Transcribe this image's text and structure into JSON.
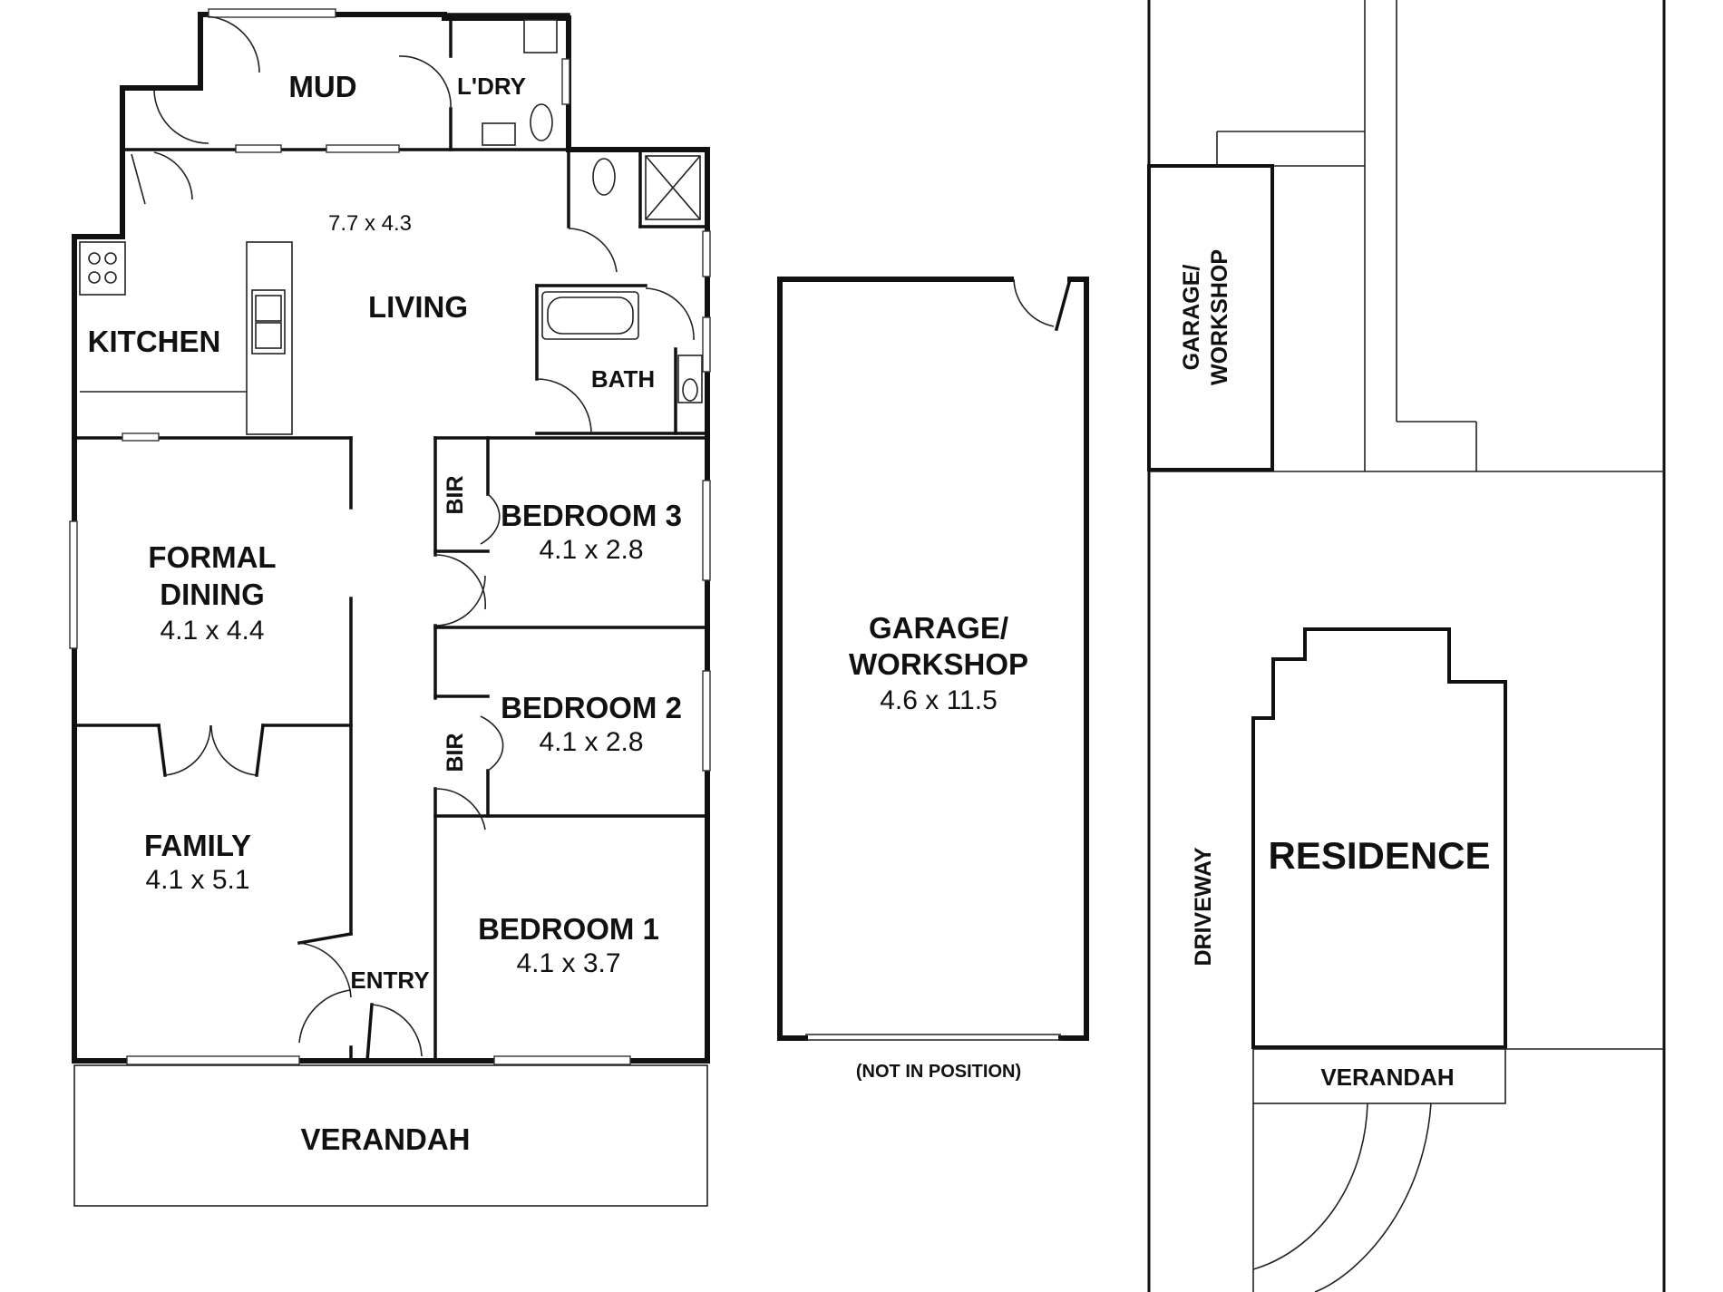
{
  "floorplan": {
    "mud": "MUD",
    "laundry": "L'DRY",
    "living_size": "7.7 x 4.3",
    "living": "LIVING",
    "kitchen": "KITCHEN",
    "bath": "BATH",
    "bir": "BIR",
    "bedroom3": "BEDROOM 3",
    "bedroom3_size": "4.1 x 2.8",
    "formal_dining_1": "FORMAL",
    "formal_dining_2": "DINING",
    "formal_dining_size": "4.1 x 4.4",
    "bedroom2": "BEDROOM 2",
    "bedroom2_size": "4.1 x 2.8",
    "family": "FAMILY",
    "family_size": "4.1 x 5.1",
    "entry": "ENTRY",
    "bedroom1": "BEDROOM 1",
    "bedroom1_size": "4.1 x 3.7",
    "verandah": "VERANDAH"
  },
  "garage": {
    "label_1": "GARAGE/",
    "label_2": "WORKSHOP",
    "size": "4.6 x 11.5",
    "note": "(NOT IN POSITION)"
  },
  "site": {
    "garage_1": "GARAGE/",
    "garage_2": "WORKSHOP",
    "driveway": "DRIVEWAY",
    "residence": "RESIDENCE",
    "verandah": "VERANDAH"
  }
}
